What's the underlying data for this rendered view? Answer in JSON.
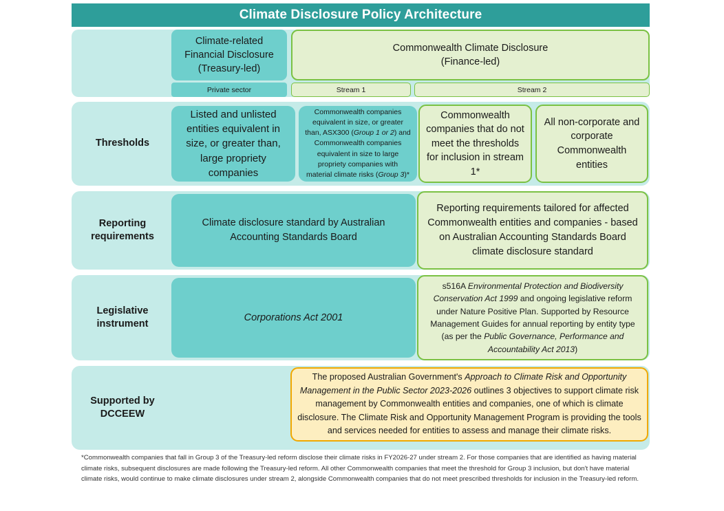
{
  "title": "Climate Disclosure Policy Architecture",
  "colors": {
    "header_teal": "#2E9E9A",
    "row_background_teal": "#C5EBE8",
    "box_teal": "#6ECFCC",
    "box_green_fill": "#E4F0D0",
    "box_green_border": "#7AC143",
    "box_yellow_fill": "#FDEEC0",
    "box_yellow_border": "#F0A800"
  },
  "top_band": {
    "treasury_box": "Climate-related Financial Disclosure (Treasury-led)",
    "finance_box": "Commonwealth Climate Disclosure (Finance-led)",
    "stream_labels": {
      "private_sector": "Private sector",
      "stream_1": "Stream 1",
      "stream_2": "Stream 2"
    }
  },
  "rows": [
    {
      "label": "Thresholds",
      "cells": [
        {
          "style": "teal",
          "text": "Listed and unlisted entities equivalent in size, or greater than, large propriety companies"
        },
        {
          "style": "teal",
          "text": "Commonwealth companies equivalent in size, or greater than, ASX300 (Group 1 or 2) and Commonwealth companies equivalent in size to large propriety companies with material climate risks (Group 3)*",
          "italic_parts": [
            "Group 1 or 2",
            "Group 3"
          ]
        },
        {
          "style": "green",
          "text": "Commonwealth companies that do not meet the thresholds for inclusion in stream 1*"
        },
        {
          "style": "green",
          "text": "All non-corporate and corporate Commonwealth entities"
        }
      ]
    },
    {
      "label": "Reporting requirements",
      "cells": [
        {
          "style": "teal",
          "text": "Climate disclosure standard by Australian Accounting Standards Board"
        },
        {
          "style": "green",
          "text": "Reporting requirements tailored for affected Commonwealth entities and companies - based on Australian Accounting Standards Board climate disclosure standard"
        }
      ]
    },
    {
      "label": "Legislative instrument",
      "cells": [
        {
          "style": "teal",
          "text": "Corporations Act 2001",
          "italic": true
        },
        {
          "style": "green",
          "text": "s516A Environmental Protection and Biodiversity Conservation Act 1999 and ongoing legislative reform under Nature Positive Plan. Supported by Resource Management Guides for annual reporting by entity type (as per the Public Governance, Performance and Accountability Act 2013)",
          "italic_parts": [
            "Environmental Protection and Biodiversity Conservation Act 1999",
            "Public Governance, Performance and Accountability Act 2013"
          ]
        }
      ]
    },
    {
      "label": "Supported by DCCEEW",
      "cells": [
        {
          "style": "yellow",
          "text": "The proposed Australian Government's Approach to Climate Risk and Opportunity Management in the Public Sector 2023-2026 outlines 3 objectives to support climate risk management by Commonwealth entities and companies, one of which is climate disclosure. The Climate Risk and Opportunity Management Program is providing the tools and services needed for entities to assess and manage their climate risks.",
          "italic_parts": [
            "Approach to Climate Risk and Opportunity Management in the Public Sector 2023-2026"
          ]
        }
      ]
    }
  ],
  "footnote": "*Commonwealth companies that fall in Group 3 of the Treasury-led reform disclose their climate risks in FY2026-27 under stream 2. For those companies that are identified as having material climate risks, subsequent disclosures are made following the Treasury-led reform. All other Commonwealth companies that meet the threshold for Group 3 inclusion, but don't have material climate risks, would continue to make climate disclosures under stream 2, alongside Commonwealth companies that do not meet prescribed thresholds for inclusion in the Treasury-led reform."
}
